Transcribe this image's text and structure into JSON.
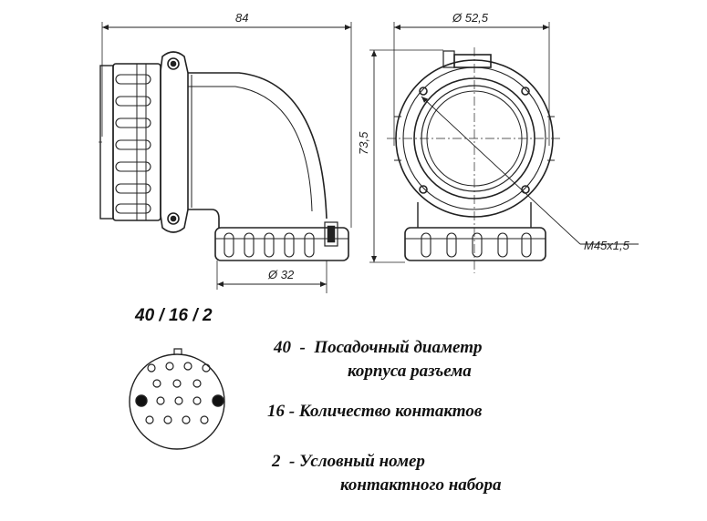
{
  "drawing": {
    "dim_length": "84",
    "dim_diameter_body": "Ø 52,5",
    "dim_height": "73,5",
    "dim_outlet_diameter": "Ø 32",
    "thread_label": "M45x1,5"
  },
  "designation": {
    "code": "40 / 16 / 2",
    "items": [
      {
        "num": "40",
        "dash": "-",
        "line1": "Посадочный диаметр",
        "line2": "корпуса разъема"
      },
      {
        "num": "16",
        "dash": "-",
        "line1": "Количество контактов",
        "line2": ""
      },
      {
        "num": "2",
        "dash": "-",
        "line1": "Условный номер",
        "line2": "контактного набора"
      }
    ]
  }
}
